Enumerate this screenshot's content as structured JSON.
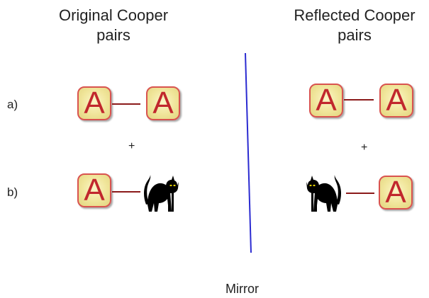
{
  "headings": {
    "original_line1": "Original Cooper",
    "original_line2": "pairs",
    "reflected_line1": "Reflected Cooper",
    "reflected_line2": "pairs"
  },
  "rows": {
    "a_label": "a)",
    "b_label": "b)"
  },
  "plus": "+",
  "tile_letter": "A",
  "mirror_label": "Mirror",
  "colors": {
    "tile_border": "#d9534f",
    "tile_letter": "#c1272d",
    "bond": "#8b1a1a",
    "mirror": "#2b2bd1",
    "cat": "#000000",
    "cat_eyes": "#e6d200"
  },
  "icons": [
    "letter-a-tile",
    "black-cat-icon"
  ]
}
